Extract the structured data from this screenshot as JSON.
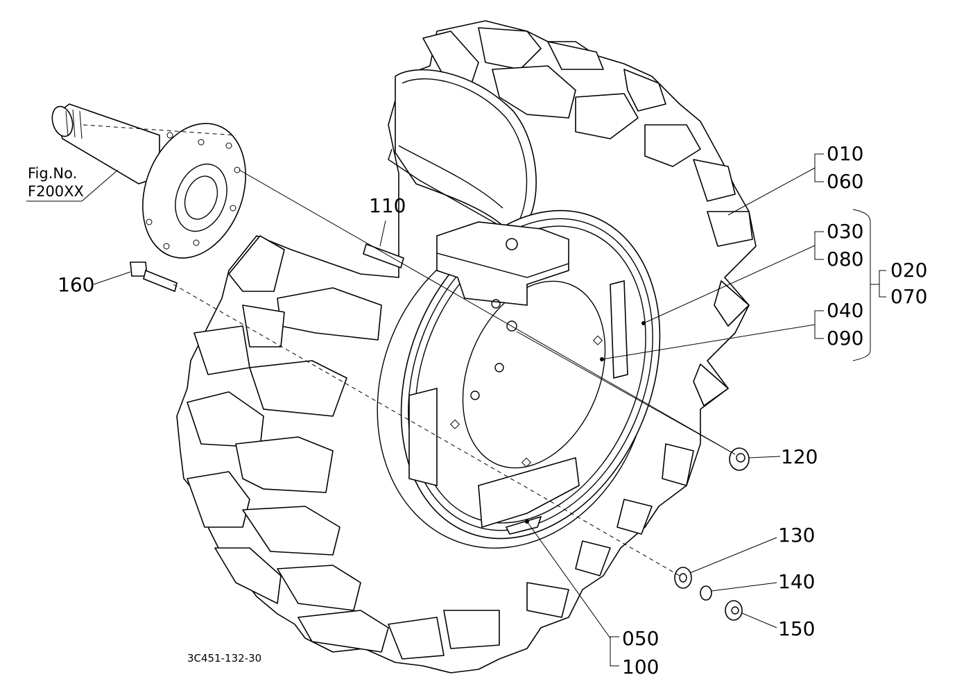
{
  "figure": {
    "reference_label": "Fig.No.",
    "reference_code": "F200XX",
    "drawing_code": "3C451-132-30"
  },
  "callouts": {
    "p010": "010",
    "p060": "060",
    "p030": "030",
    "p080": "080",
    "p020": "020",
    "p070": "070",
    "p040": "040",
    "p090": "090",
    "p110": "110",
    "p120": "120",
    "p130": "130",
    "p140": "140",
    "p150": "150",
    "p160": "160",
    "p050": "050",
    "p100": "100"
  }
}
